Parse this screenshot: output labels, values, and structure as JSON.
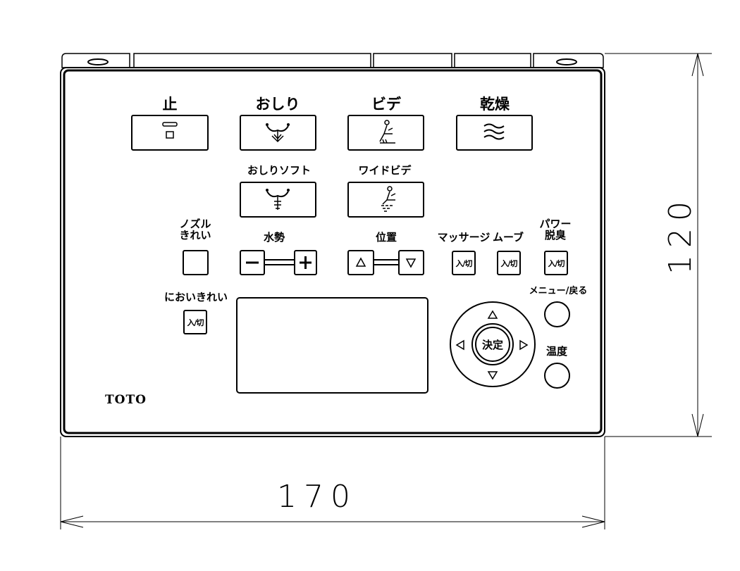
{
  "buttons": {
    "stop": "止",
    "oshiri": "おしり",
    "bidet": "ビデ",
    "dry": "乾燥",
    "oshiri_soft": "おしりソフト",
    "wide_bidet": "ワイドビデ",
    "nozzle_clean": "ノズル\nきれい",
    "water_pressure": "水勢",
    "position": "位置",
    "massage": "マッサージ",
    "move": "ムーブ",
    "power_deodorize": "パワー\n脱臭",
    "odor_clean": "においきれい",
    "menu_back": "メニュー/戻る",
    "temperature": "温度",
    "confirm": "決定"
  },
  "on_off_label": "入/切",
  "brand": "TOTO",
  "dimensions": {
    "width": "170",
    "height": "120"
  },
  "icons": {
    "minus": "minus-icon",
    "plus": "plus-icon",
    "up": "triangle-up-icon",
    "down": "triangle-down-icon",
    "left": "triangle-left-icon",
    "right": "triangle-right-icon"
  }
}
